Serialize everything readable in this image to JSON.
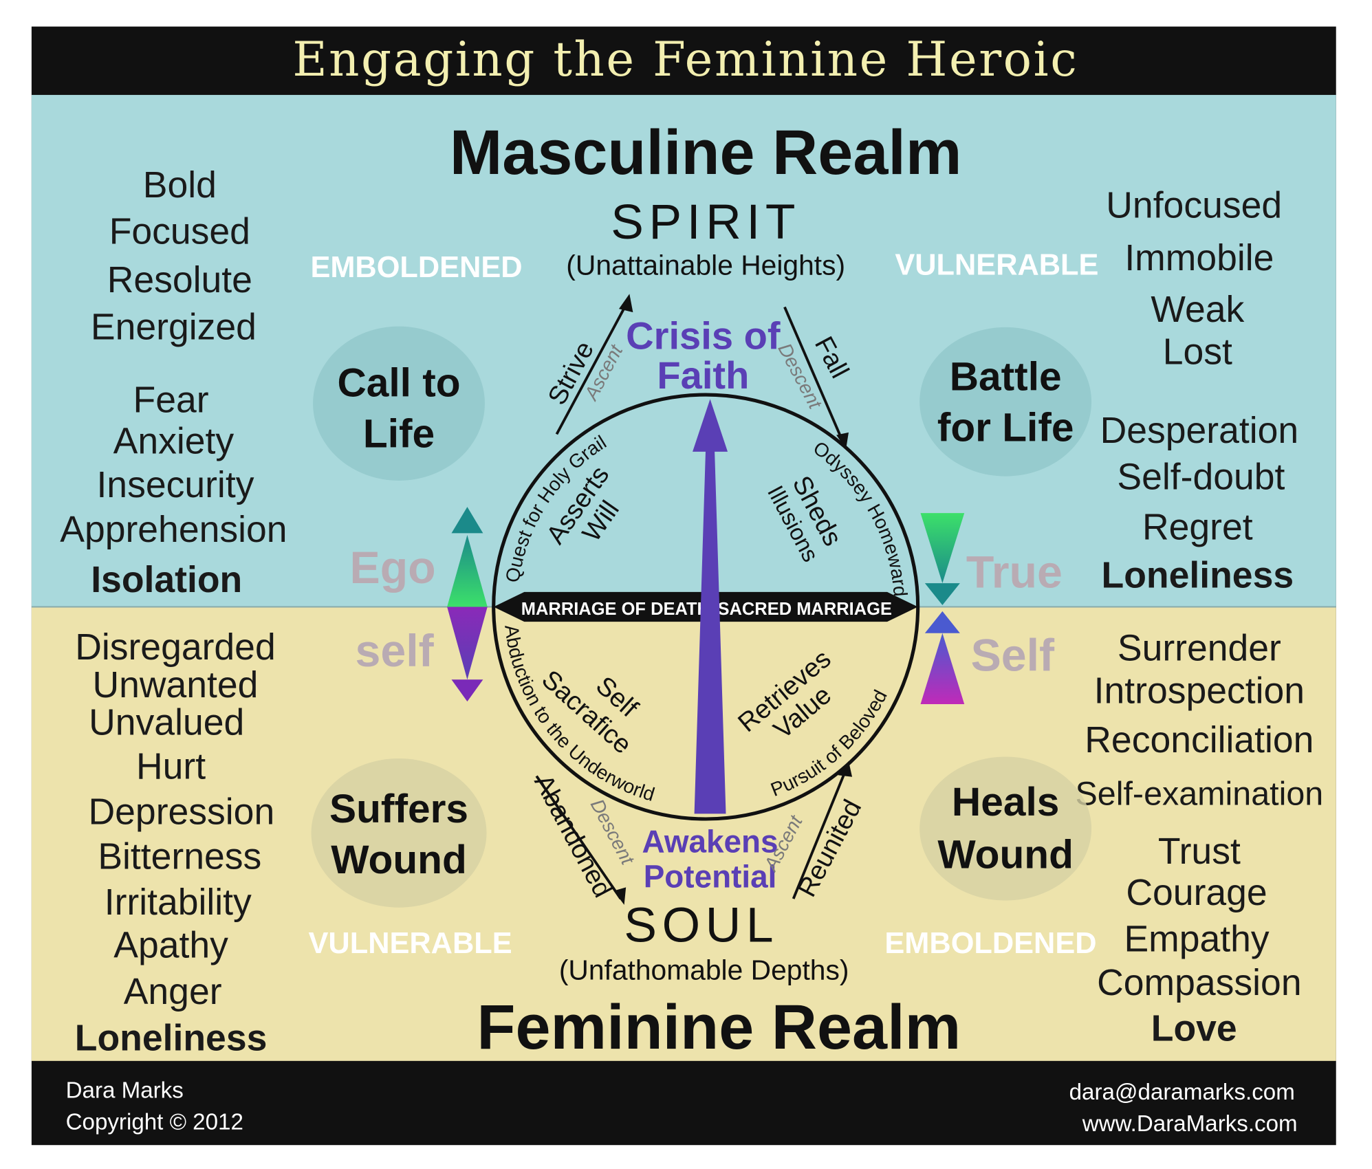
{
  "title": "Engaging the Feminine Heroic",
  "top": {
    "realm": "Masculine Realm",
    "pole": "SPIRIT",
    "pole_sub": "(Unattainable Heights)",
    "left_state": "EMBOLDENED",
    "right_state": "VULNERABLE",
    "center_label": [
      "Crisis of",
      "Faith"
    ]
  },
  "bottom": {
    "realm": "Feminine Realm",
    "pole": "SOUL",
    "pole_sub": "(Unfathomable Depths)",
    "left_state": "VULNERABLE",
    "right_state": "EMBOLDENED",
    "center_label": [
      "Awakens",
      "Potential"
    ]
  },
  "lists": {
    "top_left": [
      "Bold",
      "Focused",
      "Resolute",
      "Energized",
      "Fear",
      "Anxiety",
      "Insecurity",
      "Apprehension",
      "Isolation"
    ],
    "top_right": [
      "Unfocused",
      "Immobile",
      "Weak",
      "Lost",
      "Desperation",
      "Self-doubt",
      "Regret",
      "Loneliness"
    ],
    "bottom_left": [
      "Disregarded",
      "Unwanted",
      "Unvalued",
      "Hurt",
      "Depression",
      "Bitterness",
      "Irritability",
      "Apathy",
      "Anger",
      "Loneliness"
    ],
    "bottom_right": [
      "Surrender",
      "Introspection",
      "Reconciliation",
      "Self-examination",
      "Trust",
      "Courage",
      "Empathy",
      "Compassion",
      "Love"
    ]
  },
  "bubbles": {
    "call": [
      "Call to",
      "Life"
    ],
    "battle": [
      "Battle",
      "for Life"
    ],
    "suffers": [
      "Suffers",
      "Wound"
    ],
    "heals": [
      "Heals",
      "Wound"
    ]
  },
  "self_labels": {
    "ego": "Ego",
    "self_lower": "self",
    "true": "True",
    "self_upper": "Self"
  },
  "circle": {
    "bar_left": "MARRIAGE OF DEATH",
    "bar_right": "SACRED MARRIAGE",
    "arc_ul": "Quest for Holy Grail",
    "arc_ur": "Odyssey Homeward",
    "arc_ll": "Abduction to the Underworld",
    "arc_lr": "Pursuit of Beloved",
    "q_ul": [
      "Asserts",
      "Will"
    ],
    "q_ur": [
      "Sheds",
      "Illusions"
    ],
    "q_ll": [
      "Self",
      "Sacrafice"
    ],
    "q_lr": [
      "Retrieves",
      "Value"
    ]
  },
  "paths": {
    "strive": "Strive",
    "strive_dir": "Ascent",
    "fall": "Fall",
    "fall_dir": "Descent",
    "abandoned": "Abandoned",
    "abandoned_dir": "Descent",
    "reunited": "Reunited",
    "reunited_dir": "Ascent"
  },
  "footer": {
    "author": "Dara Marks",
    "copyright": "Copyright ©  2012",
    "email": "dara@daramarks.com",
    "website": "www.DaraMarks.com"
  },
  "colors": {
    "sky": "#a9d9dc",
    "sand": "#ede3ac",
    "frame": "#111111",
    "title": "#f3efb0",
    "purple": "#5a3fb5"
  }
}
